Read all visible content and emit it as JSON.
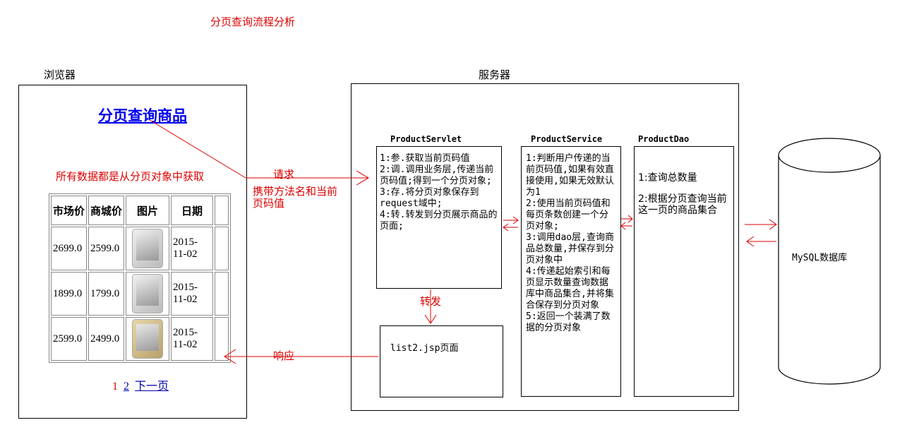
{
  "page_title": "分页查询流程分析",
  "browser": {
    "label": "浏览器",
    "heading_link": "分页查询商品",
    "note": "所有数据都是从分页对象中获取",
    "table": {
      "headers": [
        "市场价",
        "商城价",
        "图片",
        "日期"
      ],
      "rows": [
        {
          "market": "2699.0",
          "shop": "2599.0",
          "date": "2015-11-02"
        },
        {
          "market": "1899.0",
          "shop": "1799.0",
          "date": "2015-11-02"
        },
        {
          "market": "2599.0",
          "shop": "2499.0",
          "date": "2015-11-02"
        }
      ]
    },
    "pager": {
      "current": "1",
      "page2": "2",
      "next": "下一页"
    }
  },
  "server": {
    "label": "服务器",
    "servlet": {
      "name": "ProductServlet",
      "steps": [
        "1:参.获取当前页码值",
        "2:调.调用业务层,传递当前页码值;得到一个分页对象;",
        "3:存.将分页对象保存到request域中;",
        "4:转.转发到分页展示商品的页面;"
      ]
    },
    "service": {
      "name": "ProductService",
      "steps": [
        "1:判断用户传递的当前页码值,如果有效直接使用,如果无效默认为1",
        "2:使用当前页码值和每页条数创建一个分页对象;",
        "3:调用dao层,查询商品总数量,并保存到分页对象中",
        "4:传递起始索引和每页显示数量查询数据库中商品集合,并将集合保存到分页对象",
        "5:返回一个装满了数据的分页对象"
      ]
    },
    "dao": {
      "name": "ProductDao",
      "steps": [
        "1:查询总数量",
        "2:根据分页查询当前这一页的商品集合"
      ]
    },
    "jsp": {
      "text": "list2.jsp页面"
    }
  },
  "arrows": {
    "request": "请求",
    "request_detail": "携带方法名和当前页码值",
    "forward": "转发",
    "response": "响应"
  },
  "database": {
    "label": "MySQL数据库"
  }
}
